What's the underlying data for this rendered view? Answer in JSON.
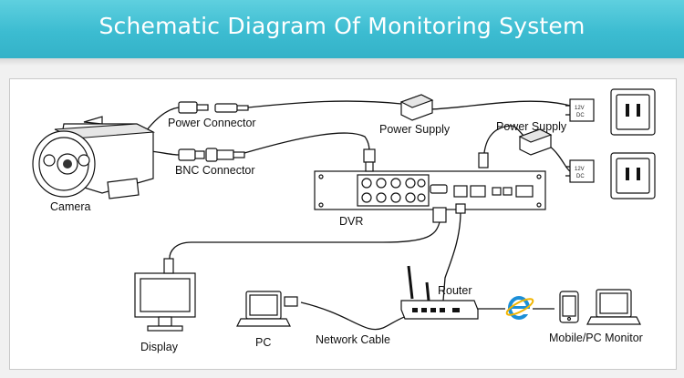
{
  "title": "Schematic Diagram Of Monitoring System",
  "labels": {
    "camera": "Camera",
    "power_connector": "Power Connector",
    "bnc_connector": "BNC Connector",
    "power_supply_1": "Power Supply",
    "power_supply_2": "Power Supply",
    "dvr": "DVR",
    "router": "Router",
    "display": "Display",
    "pc": "PC",
    "network_cable": "Network Cable",
    "mobile_pc_monitor": "Mobile/PC Monitor",
    "adapter_voltage": "12V",
    "adapter_current": "DC"
  },
  "icons": [
    "camera-icon",
    "power-connector-icon",
    "bnc-connector-icon",
    "power-supply-icon",
    "power-adapter-icon",
    "wall-socket-icon",
    "dvr-icon",
    "router-icon",
    "display-icon",
    "pc-icon",
    "internet-explorer-icon",
    "mobile-phone-icon",
    "laptop-icon"
  ],
  "colors": {
    "banner": "#3cbcd1",
    "ie_logo": "#1c8fd8"
  }
}
